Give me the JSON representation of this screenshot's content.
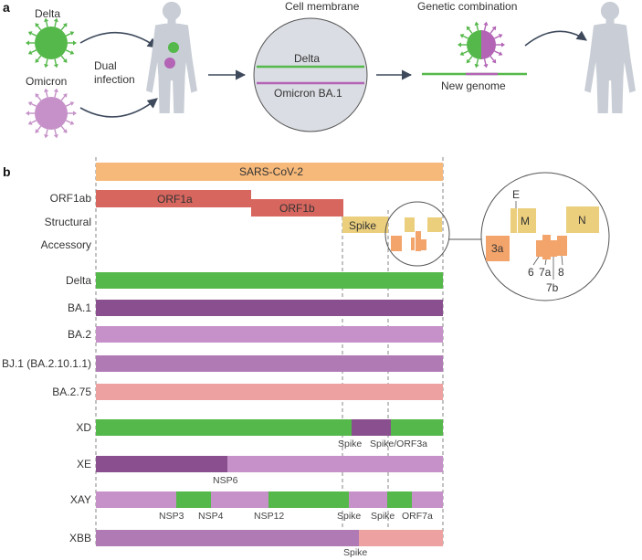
{
  "colors": {
    "delta": "#55b84a",
    "ba1": "#8a4f8f",
    "ba2": "#c591c8",
    "bj1": "#b07ab5",
    "ba275": "#eda1a0",
    "sars": "#f6b97a",
    "orf1": "#d7665e",
    "structural": "#ebcf7d",
    "accessory": "#f3a46b",
    "person": "#c9ced6",
    "membrane": "#dadde3"
  },
  "panel_a": {
    "label": "a",
    "delta_label": "Delta",
    "omicron_label": "Omicron",
    "dual_line1": "Dual",
    "dual_line2": "infection",
    "membrane_title": "Cell membrane",
    "membrane_delta": "Delta",
    "membrane_omicron": "Omicron BA.1",
    "combo_title": "Genetic combination",
    "new_genome": "New genome"
  },
  "panel_b": {
    "label": "b",
    "sars_label": "SARS-CoV-2",
    "row_labels": {
      "orf1ab": "ORF1ab",
      "structural": "Structural",
      "accessory": "Accessory"
    },
    "genes": {
      "orf1a": "ORF1a",
      "orf1b": "ORF1b",
      "spike": "Spike"
    },
    "zoom": {
      "e": "E",
      "m": "M",
      "n": "N",
      "a3": "3a",
      "n6": "6",
      "n7a": "7a",
      "n7b": "7b",
      "n8": "8"
    },
    "variants": [
      {
        "name": "Delta"
      },
      {
        "name": "BA.1"
      },
      {
        "name": "BA.2"
      },
      {
        "name": "BJ.1 (BA.2.10.1.1)"
      },
      {
        "name": "BA.2.75"
      }
    ],
    "recombinants": [
      {
        "name": "XD",
        "labels": [
          "Spike",
          "Spike/ORF3a"
        ]
      },
      {
        "name": "XE",
        "labels": [
          "NSP6"
        ]
      },
      {
        "name": "XAY",
        "labels": [
          "NSP3",
          "NSP4",
          "NSP12",
          "Spike",
          "Spike",
          "ORF7a"
        ]
      },
      {
        "name": "XBB",
        "labels": [
          "Spike"
        ]
      }
    ]
  }
}
